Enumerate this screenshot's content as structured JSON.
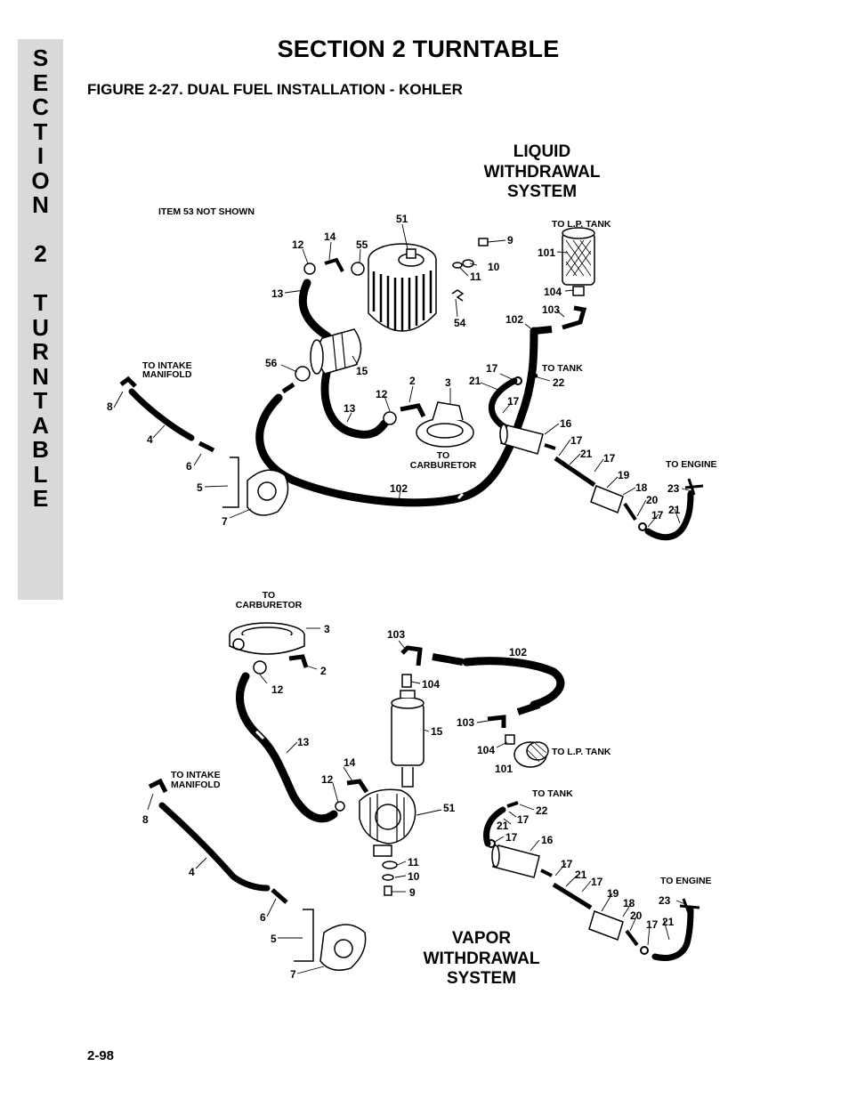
{
  "side_tab": {
    "letters": [
      "S",
      "E",
      "C",
      "T",
      "I",
      "O",
      "N",
      "",
      "2",
      "",
      "T",
      "U",
      "R",
      "N",
      "T",
      "A",
      "B",
      "L",
      "E"
    ]
  },
  "header": {
    "title": "SECTION 2   TURNTABLE",
    "figure_title": "FIGURE 2-27.  DUAL FUEL INSTALLATION - KOHLER"
  },
  "liquid": {
    "system_lines": [
      "LIQUID",
      "WITHDRAWAL",
      "SYSTEM"
    ],
    "note": "ITEM 53 NOT SHOWN",
    "labels": {
      "to_lp_tank": "TO L.P. TANK",
      "to_intake_1": "TO INTAKE",
      "to_intake_2": "MANIFOLD",
      "to_tank": "TO TANK",
      "to_carb_1": "TO",
      "to_carb_2": "CARBURETOR",
      "to_engine": "TO ENGINE"
    },
    "callouts": {
      "c51": "51",
      "c9": "9",
      "c10": "10",
      "c11": "11",
      "c12a": "12",
      "c14": "14",
      "c55": "55",
      "c13a": "13",
      "c54": "54",
      "c101": "101",
      "c104": "104",
      "c103": "103",
      "c102a": "102",
      "c56": "56",
      "c15": "15",
      "c8": "8",
      "c12b": "12",
      "c2": "2",
      "c3": "3",
      "c13b": "13",
      "c17a": "17",
      "c21a": "21",
      "c22": "22",
      "c17b": "17",
      "c16": "16",
      "c4": "4",
      "c17c": "17",
      "c21b": "21",
      "c17d": "17",
      "c6": "6",
      "c19": "19",
      "c5": "5",
      "c18": "18",
      "c23": "23",
      "c20": "20",
      "c7": "7",
      "c102b": "102",
      "c17e": "17",
      "c21c": "21"
    }
  },
  "vapor": {
    "system_lines": [
      "VAPOR",
      "WITHDRAWAL",
      "SYSTEM"
    ],
    "labels": {
      "to_carb_1": "TO",
      "to_carb_2": "CARBURETOR",
      "to_lp_tank": "TO L.P. TANK",
      "to_intake_1": "TO INTAKE",
      "to_intake_2": "MANIFOLD",
      "to_tank": "TO TANK",
      "to_engine": "TO ENGINE"
    },
    "callouts": {
      "c3": "3",
      "c103a": "103",
      "c102": "102",
      "c2": "2",
      "c12a": "12",
      "c104a": "104",
      "c15": "15",
      "c103b": "103",
      "c13": "13",
      "c104b": "104",
      "c101": "101",
      "c14": "14",
      "c12b": "12",
      "c8": "8",
      "c51": "51",
      "c22": "22",
      "c21a": "21",
      "c17a": "17",
      "c17b": "17",
      "c16": "16",
      "c11": "11",
      "c4": "4",
      "c10": "10",
      "c17c": "17",
      "c21b": "21",
      "c17d": "17",
      "c9": "9",
      "c19": "19",
      "c6": "6",
      "c18": "18",
      "c23": "23",
      "c20": "20",
      "c17e": "17",
      "c21c": "21",
      "c5": "5",
      "c7": "7"
    }
  },
  "footer": {
    "page_number": "2-98"
  }
}
